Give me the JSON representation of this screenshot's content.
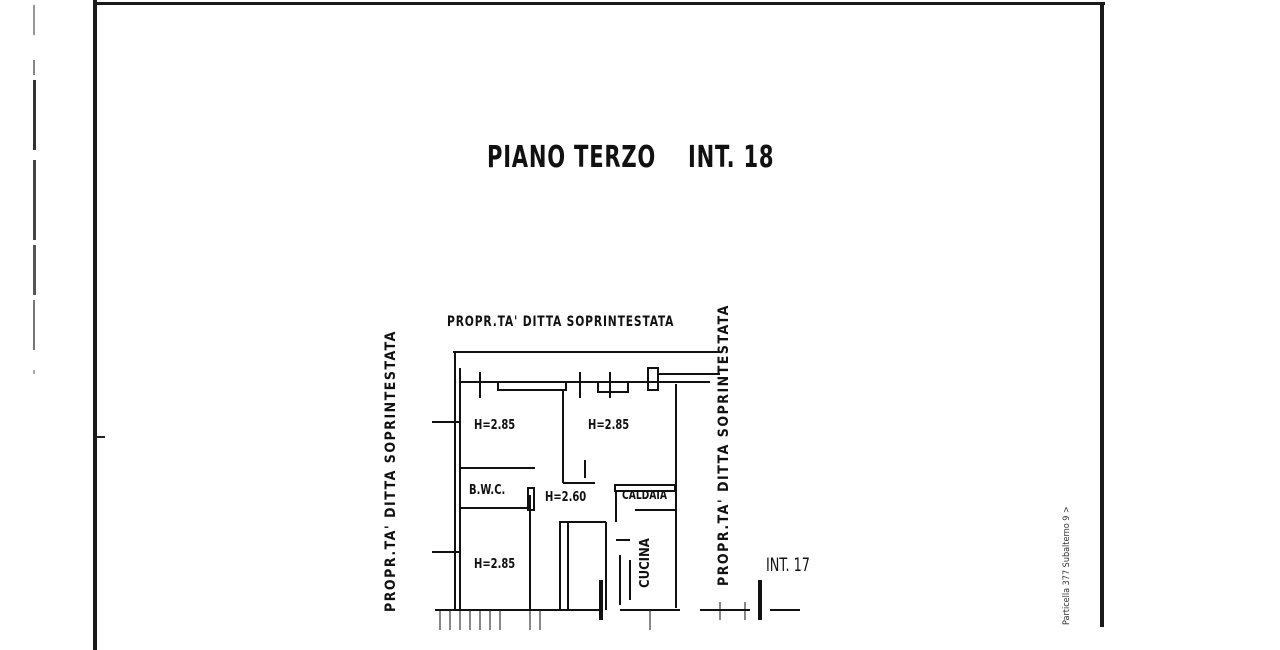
{
  "document": {
    "title_floor": "PIANO TERZO",
    "title_unit": "INT. 18",
    "neighbor_top": "PROPR.TA' DITTA SOPRINTESTATA",
    "neighbor_left": "PROPR.TA' DITTA SOPRINTESTATA",
    "neighbor_right": "PROPR.TA' DITTA SOPRINTESTATA",
    "adjacent_unit": "INT. 17",
    "side_note": "Particella 377 Subalterno 9 >"
  },
  "rooms": [
    {
      "name": "room-top-left",
      "label": "H=2.85"
    },
    {
      "name": "room-top-right",
      "label": "H=2.85"
    },
    {
      "name": "bathroom",
      "label": "B.W.C."
    },
    {
      "name": "hallway",
      "label": "H=2.60"
    },
    {
      "name": "boiler-room",
      "label": "CALDAIA"
    },
    {
      "name": "room-bottom-left",
      "label": "H=2.85"
    },
    {
      "name": "kitchen",
      "label": "CUCINA"
    }
  ],
  "colors": {
    "ink": "#111111",
    "paper": "#ffffff"
  }
}
